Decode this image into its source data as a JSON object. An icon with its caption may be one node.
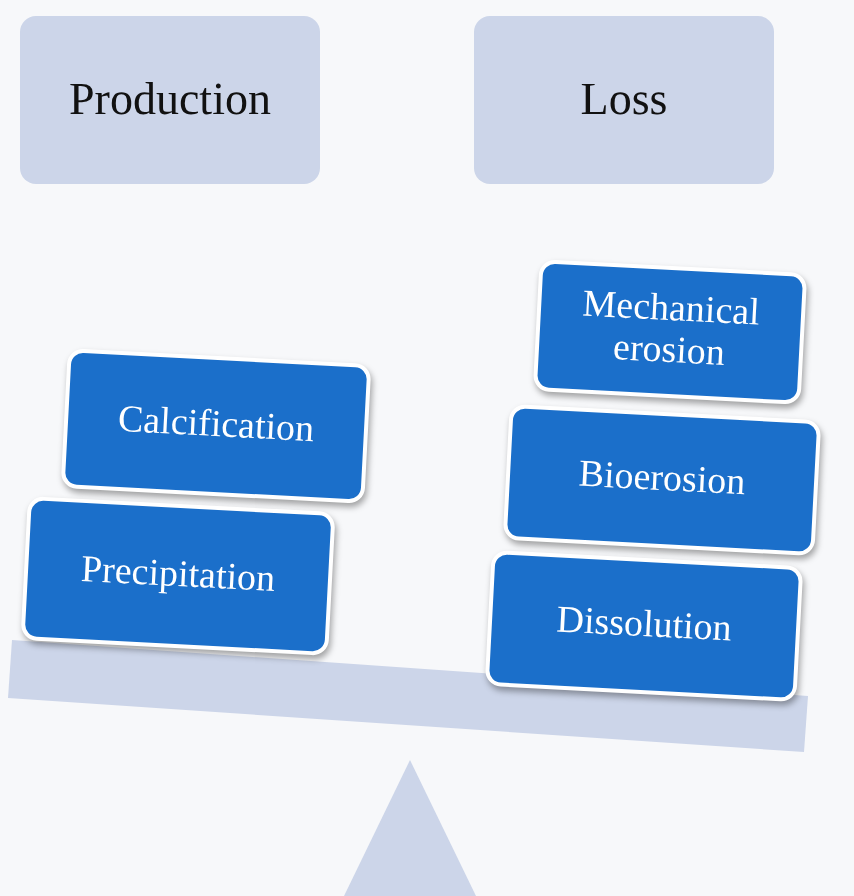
{
  "diagram": {
    "nodes": [
      {
        "text": [
          "Production"
        ]
      },
      {
        "text": [
          "Loss"
        ]
      },
      {
        "text": [
          "Calcification"
        ]
      },
      {
        "text": [
          "Precipitation"
        ]
      },
      {
        "text": [
          "Mechanical erosion"
        ]
      },
      {
        "text": [
          "Bioerosion"
        ]
      },
      {
        "text": [
          "Dissolution"
        ]
      }
    ],
    "edges": []
  }
}
